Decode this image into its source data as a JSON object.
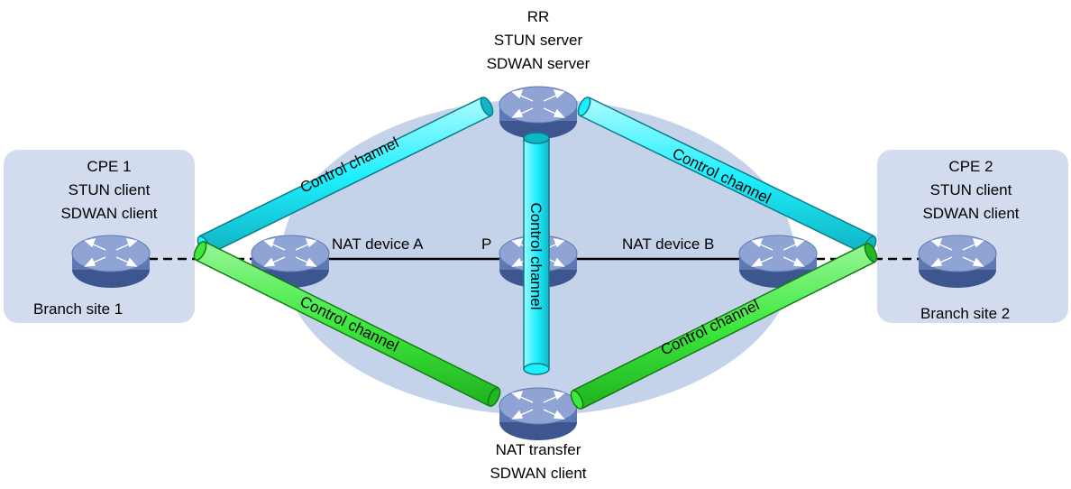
{
  "colors": {
    "core_ellipse": "#c5d3ea",
    "site_box": "#d3dcef",
    "cyan_channel": "#1ef0ff",
    "green_channel": "#3ee83e",
    "router_body": "#6a84bc",
    "router_top": "#9fb2dc"
  },
  "nodes": {
    "rr": {
      "lines": [
        "RR",
        "STUN server",
        "SDWAN server"
      ],
      "icon": "router-icon"
    },
    "p": {
      "label": "P",
      "icon": "router-icon"
    },
    "nat_a": {
      "label": "NAT device A",
      "icon": "router-icon"
    },
    "nat_b": {
      "label": "NAT device B",
      "icon": "router-icon"
    },
    "nat_transfer": {
      "lines": [
        "NAT transfer",
        "SDWAN client"
      ],
      "icon": "router-icon"
    },
    "cpe1": {
      "lines": [
        "CPE 1",
        "STUN client",
        "SDWAN client"
      ],
      "icon": "router-icon"
    },
    "cpe2": {
      "lines": [
        "CPE 2",
        "STUN client",
        "SDWAN client"
      ],
      "icon": "router-icon"
    }
  },
  "sites": {
    "site1": {
      "label": "Branch site 1"
    },
    "site2": {
      "label": "Branch site 2"
    }
  },
  "channels": [
    {
      "id": "cpe1-rr",
      "label": "Control channel",
      "color": "cyan"
    },
    {
      "id": "p-rr",
      "label": "Control channel",
      "color": "cyan"
    },
    {
      "id": "rr-cpe2",
      "label": "Control channel",
      "color": "cyan"
    },
    {
      "id": "cpe1-transfer",
      "label": "Control channel",
      "color": "green"
    },
    {
      "id": "transfer-cpe2",
      "label": "Control channel",
      "color": "green"
    }
  ]
}
